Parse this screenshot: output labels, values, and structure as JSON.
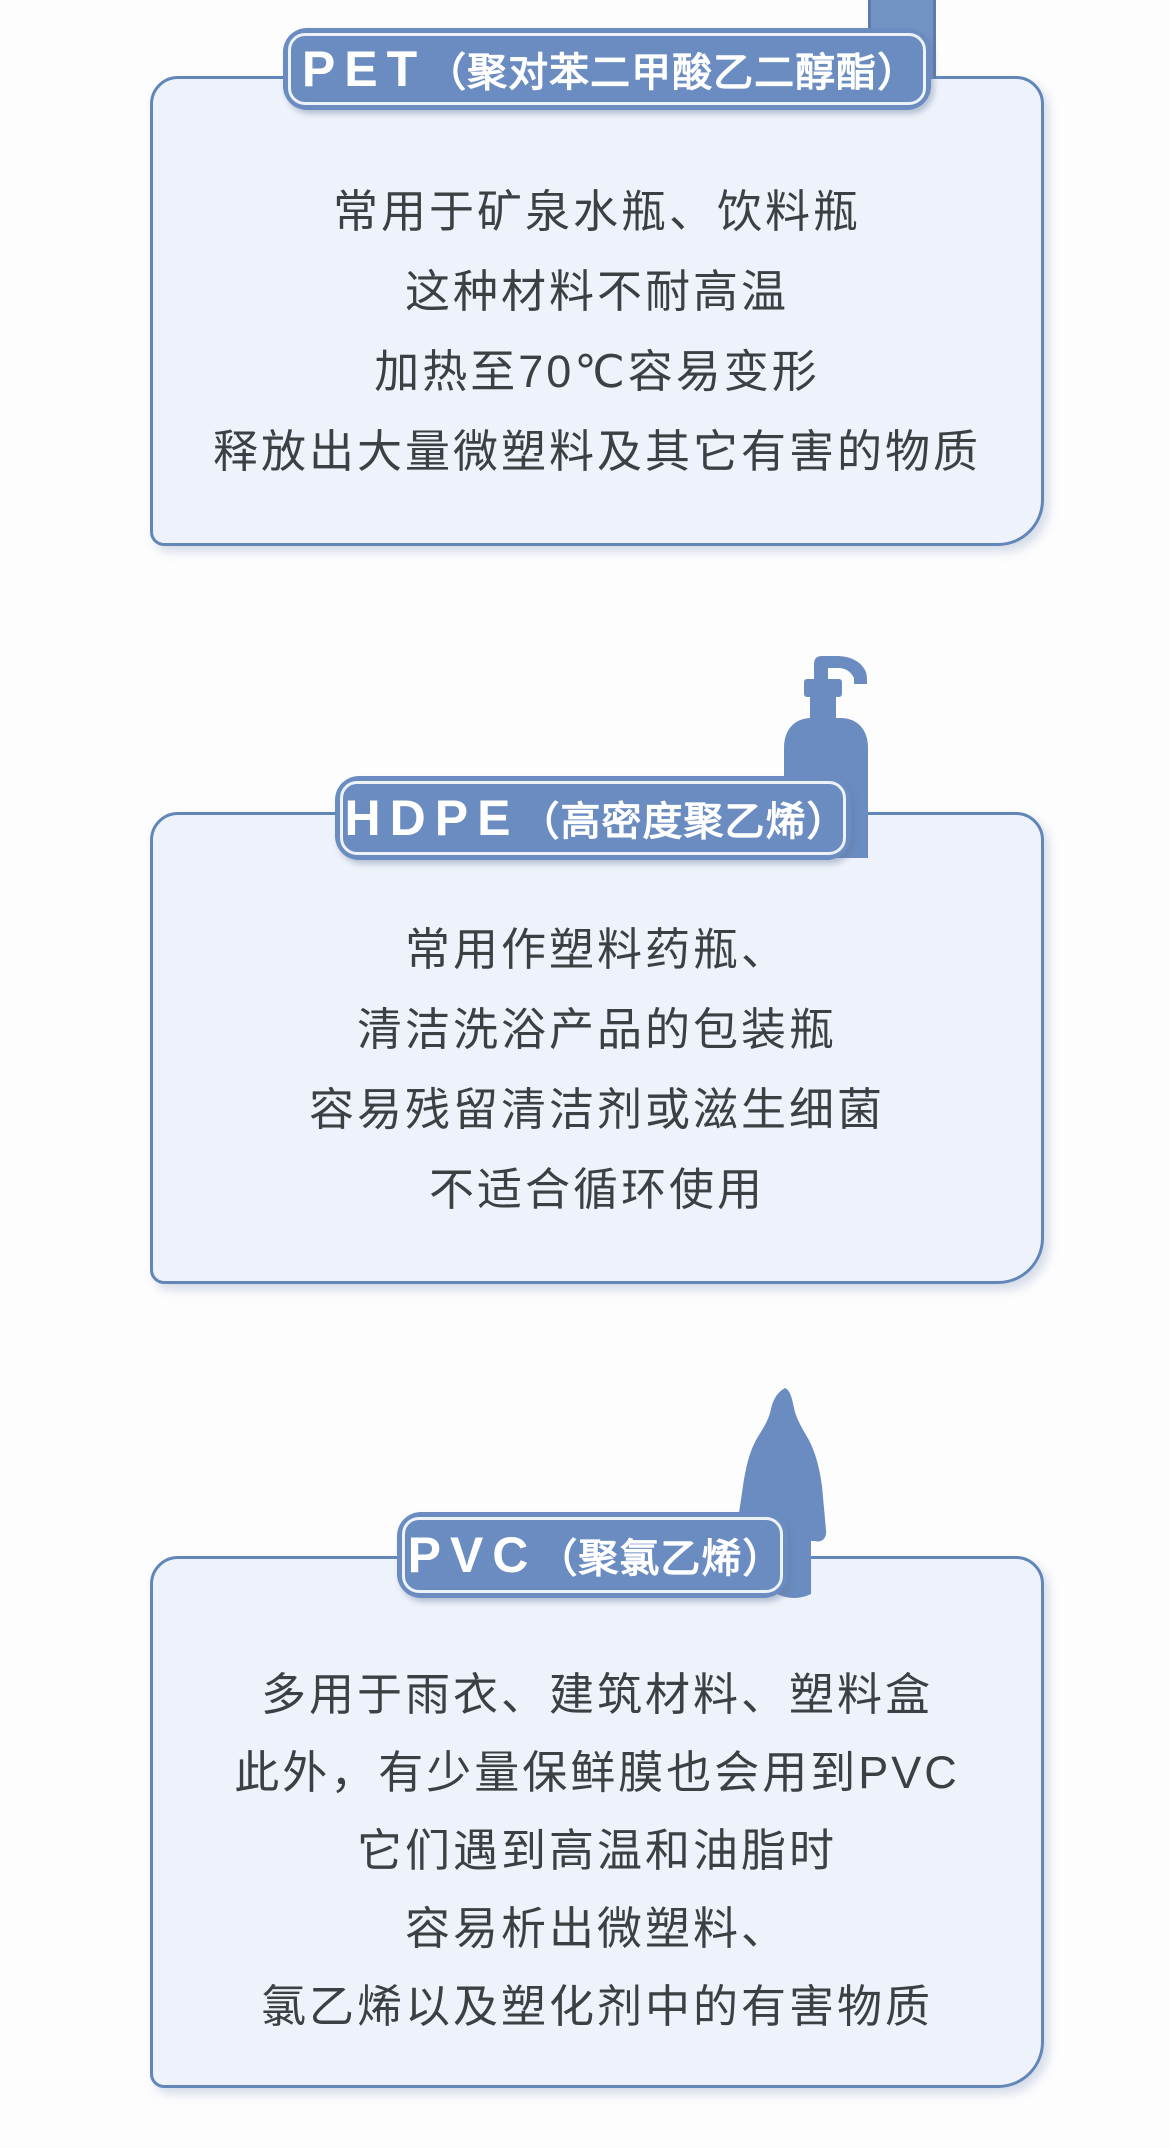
{
  "colors": {
    "accent_blue": "#6b8cc1",
    "card_background": "#eef2fa",
    "card_border": "#6286b8",
    "body_text": "#3c4043",
    "pill_text": "#ffffff"
  },
  "sections": [
    {
      "id": "pet",
      "icon": "water-bottle-fragment",
      "title_latin": "PET",
      "title_paren": "（聚对苯二甲酸乙二醇酯）",
      "lines": [
        "常用于矿泉水瓶、饮料瓶",
        "这种材料不耐高温",
        "加热至70℃容易变形",
        "释放出大量微塑料及其它有害的物质"
      ]
    },
    {
      "id": "hdpe",
      "icon": "pump-bottle",
      "title_latin": "HDPE",
      "title_paren": "（高密度聚乙烯）",
      "lines": [
        "常用作塑料药瓶、",
        "清洁洗浴产品的包装瓶",
        "容易残留清洁剂或滋生细菌",
        "不适合循环使用"
      ]
    },
    {
      "id": "pvc",
      "icon": "raincoat",
      "title_latin": "PVC",
      "title_paren": "（聚氯乙烯）",
      "lines": [
        "多用于雨衣、建筑材料、塑料盒",
        "此外，有少量保鲜膜也会用到PVC",
        "它们遇到高温和油脂时",
        "容易析出微塑料、",
        "氯乙烯以及塑化剂中的有害物质"
      ]
    }
  ]
}
